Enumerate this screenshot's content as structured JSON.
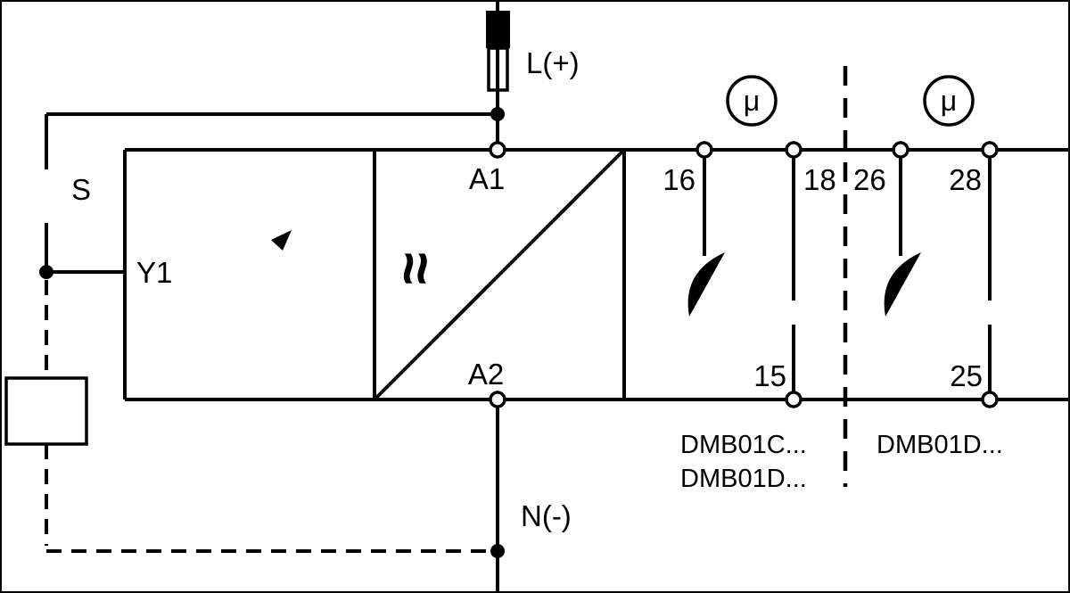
{
  "diagram": {
    "power": {
      "positive": "L(+)",
      "negative": "N(-)"
    },
    "control": {
      "switch_label": "S",
      "input_label": "Y1"
    },
    "coil": {
      "a1": "A1",
      "a2": "A2"
    },
    "converter_symbol": "≈",
    "contacts1": {
      "nc": "16",
      "no": "18",
      "common": "15",
      "micro": "μ",
      "models": [
        "DMB01C...",
        "DMB01D..."
      ]
    },
    "contacts2": {
      "nc": "26",
      "no": "28",
      "common": "25",
      "micro": "μ",
      "model": "DMB01D..."
    }
  },
  "colors": {
    "line": "#000000",
    "background": "#ffffff"
  }
}
